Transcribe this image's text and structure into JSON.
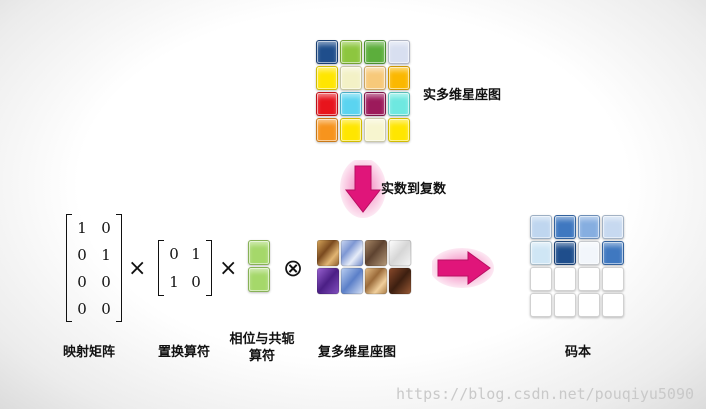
{
  "labels": {
    "real_constellation": "实多维星座图",
    "real_to_complex": "实数到复数",
    "mapping_matrix": "映射矩阵",
    "permutation_op": "置换算符",
    "phase_conj_line1": "相位与共轭",
    "phase_conj_line2": "算符",
    "complex_constellation": "复多维星座图",
    "codebook": "码本"
  },
  "matrices": {
    "mapping": [
      [
        "1",
        "0"
      ],
      [
        "0",
        "1"
      ],
      [
        "0",
        "0"
      ],
      [
        "0",
        "0"
      ]
    ],
    "permutation": [
      [
        "0",
        "1"
      ],
      [
        "1",
        "0"
      ]
    ]
  },
  "operators": {
    "times1": "×",
    "times2": "×",
    "kron": "⊗"
  },
  "watermark": "https://blog.csdn.net/pouqiyu5090",
  "colors": {
    "real_grid": [
      [
        "#1f4e8c",
        "#8dc63f",
        "#5cae3c",
        "#d8dff0"
      ],
      [
        "#ffe600",
        "#f3f1c6",
        "#f7c97a",
        "#fbb800"
      ],
      [
        "#e8141c",
        "#5bd4f0",
        "#9c1a5b",
        "#6ee8e0"
      ],
      [
        "#f7941d",
        "#ffe600",
        "#f7f5cf",
        "#ffe600"
      ]
    ],
    "green_column": [
      "#a5d86a",
      "#a5d86a"
    ],
    "arrow": "#e0157a",
    "codebook_grid": [
      [
        "#bfd6ef",
        "#3f78c0",
        "#86aee0",
        "#c7d9f0"
      ],
      [
        "#cfe6f5",
        "#1f4e8c",
        "#f2f6fb",
        "#3f78c0"
      ],
      [
        "#ffffff",
        "#ffffff",
        "#ffffff",
        "#ffffff"
      ],
      [
        "#ffffff",
        "#ffffff",
        "#ffffff",
        "#ffffff"
      ]
    ],
    "texture_tiles": [
      [
        "tex-wood",
        "tex-marble",
        "tex-walnut",
        "tex-silver"
      ],
      [
        "tex-purple",
        "tex-blue",
        "tex-oak",
        "tex-mahogany"
      ]
    ]
  }
}
